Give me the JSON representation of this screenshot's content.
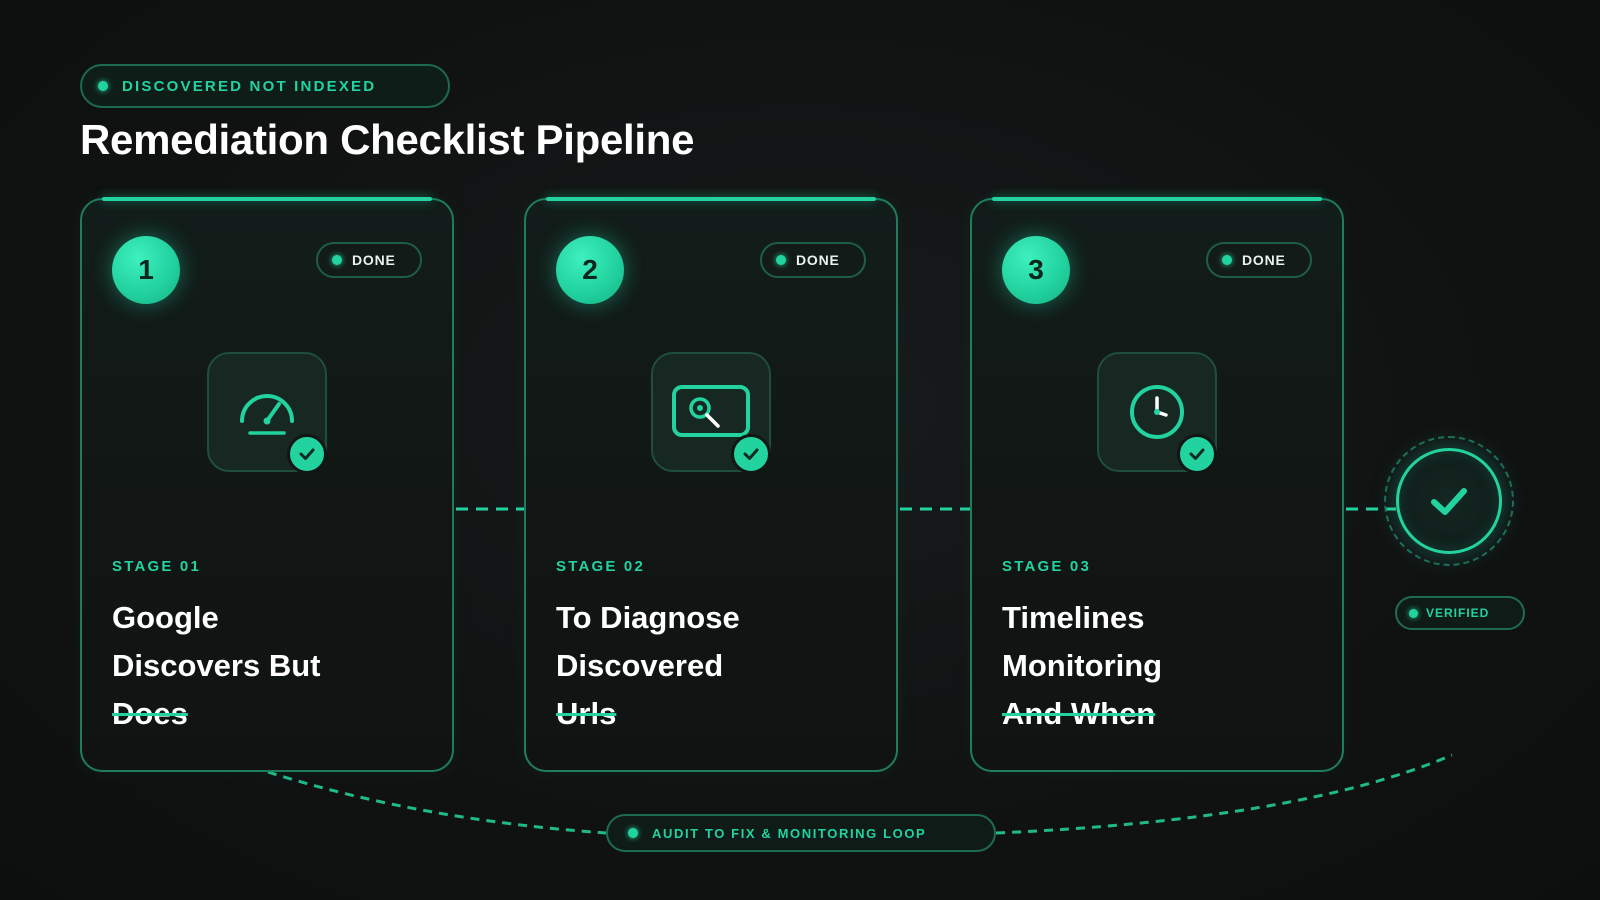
{
  "header": {
    "tag": "DISCOVERED NOT INDEXED",
    "title": "Remediation Checklist Pipeline"
  },
  "stages": [
    {
      "number": "1",
      "status": "DONE",
      "icon": "gauge-icon",
      "label": "STAGE 01",
      "title_lines": [
        "Google",
        "Discovers But",
        "Does"
      ]
    },
    {
      "number": "2",
      "status": "DONE",
      "icon": "search-screen-icon",
      "label": "STAGE 02",
      "title_lines": [
        "To Diagnose",
        "Discovered",
        "Urls"
      ]
    },
    {
      "number": "3",
      "status": "DONE",
      "icon": "clock-icon",
      "label": "STAGE 03",
      "title_lines": [
        "Timelines",
        "Monitoring",
        "And When"
      ]
    }
  ],
  "verified": {
    "label": "VERIFIED",
    "icon": "checkmark-icon"
  },
  "loop": {
    "label": "AUDIT TO FIX & MONITORING LOOP"
  },
  "colors": {
    "accent": "#22d3a0",
    "background": "#101212",
    "card_border": "#1f7d5e"
  }
}
